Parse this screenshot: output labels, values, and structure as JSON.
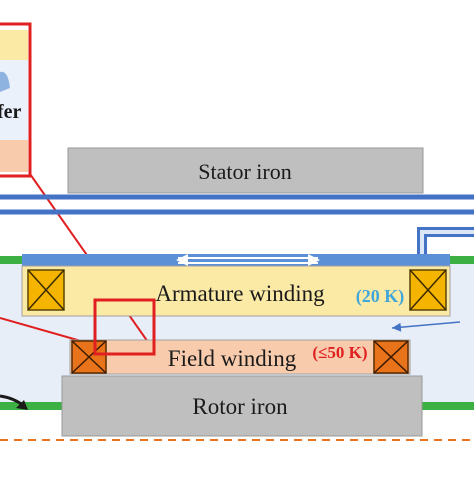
{
  "labels": {
    "stator_iron": "Stator iron",
    "armature_winding": "Armature winding",
    "armature_temp": "(20 K)",
    "field_winding": "Field winding",
    "field_temp": "(≤50 K)",
    "rotor_iron": "Rotor iron",
    "inset_partial_text": "fer"
  },
  "colors": {
    "iron": "#bfbfbf",
    "armature": "#fbe9a6",
    "field": "#f8cbad",
    "cryo_region": "#e8eef8",
    "blue_pipe": "#4472c4",
    "green_wall": "#3cb043",
    "highlight_red": "#e02020",
    "armature_temp_color": "#41a6d9",
    "field_temp_color": "#e02020",
    "coil_end_yellow": "#f4b400",
    "coil_end_orange": "#e8731a",
    "dashed_axis": "#e8731a"
  }
}
